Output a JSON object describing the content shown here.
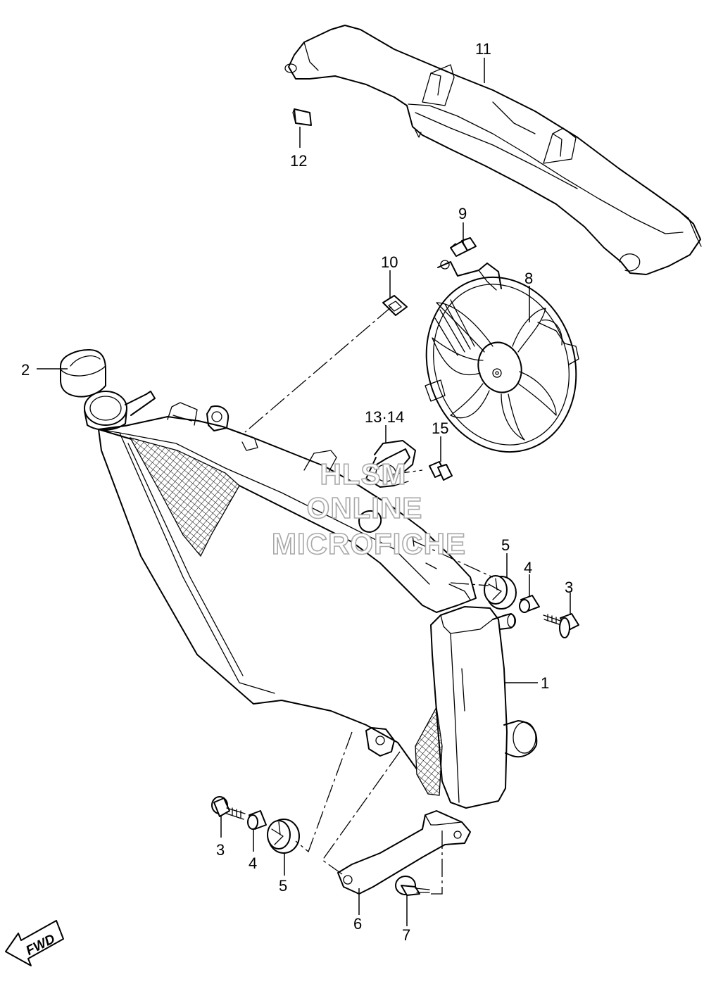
{
  "parts": [
    {
      "id": "p1",
      "label": "1"
    },
    {
      "id": "p2",
      "label": "2"
    },
    {
      "id": "p3a",
      "label": "3"
    },
    {
      "id": "p3b",
      "label": "3"
    },
    {
      "id": "p4a",
      "label": "4"
    },
    {
      "id": "p4b",
      "label": "4"
    },
    {
      "id": "p5a",
      "label": "5"
    },
    {
      "id": "p5b",
      "label": "5"
    },
    {
      "id": "p6",
      "label": "6"
    },
    {
      "id": "p7",
      "label": "7"
    },
    {
      "id": "p8",
      "label": "8"
    },
    {
      "id": "p9",
      "label": "9"
    },
    {
      "id": "p10",
      "label": "10"
    },
    {
      "id": "p11",
      "label": "11"
    },
    {
      "id": "p12",
      "label": "12"
    },
    {
      "id": "p1314",
      "label": "13·14"
    },
    {
      "id": "p15",
      "label": "15"
    }
  ],
  "watermark": [
    "HLSM",
    "ONLINE",
    "MICROFICHE"
  ],
  "fwd_badge": "FWD",
  "colors": {
    "line": "#000000",
    "watermark_outline": "#a8a8a8",
    "background": "#ffffff"
  }
}
